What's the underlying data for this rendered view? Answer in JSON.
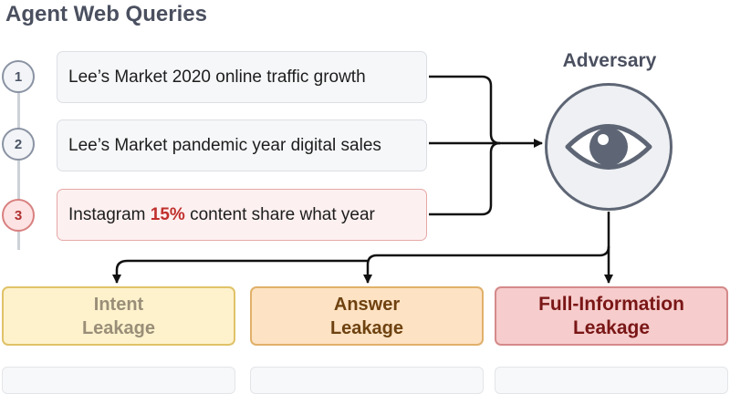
{
  "title": "Agent Web Queries",
  "queries": [
    {
      "num": "1",
      "text": "Lee’s Market 2020 online traffic growth"
    },
    {
      "num": "2",
      "text": "Lee’s Market pandemic year digital sales"
    },
    {
      "num": "3",
      "text_before": "Instagram ",
      "text_highlight": "15%",
      "text_after": " content share what year"
    }
  ],
  "adversary": {
    "label": "Adversary",
    "icon": "eye-icon"
  },
  "leakage": [
    {
      "line1": "Intent",
      "line2": "Leakage"
    },
    {
      "line1": "Answer",
      "line2": "Leakage"
    },
    {
      "line1": "Full-Information",
      "line2": "Leakage"
    }
  ],
  "colors": {
    "highlight": "#c0302c",
    "intent_fill": "#fdf2cc",
    "answer_fill": "#fde2c3",
    "full_fill": "#f6cccc"
  }
}
